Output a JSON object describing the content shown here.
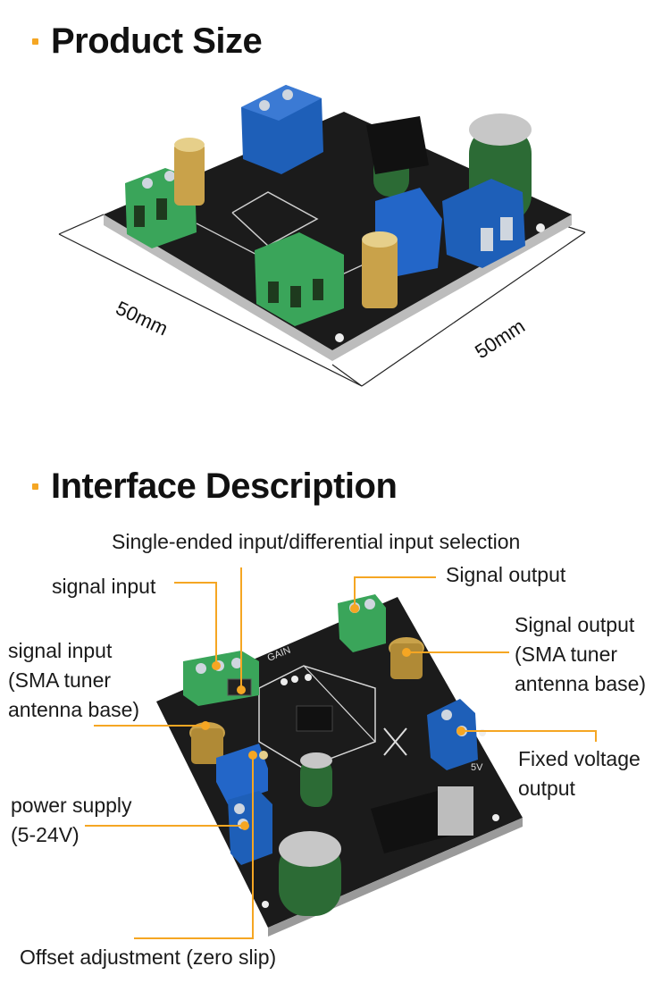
{
  "section1": {
    "title": "Product Size",
    "dim_left": "50mm",
    "dim_right": "50mm"
  },
  "section2": {
    "title": "Interface Description",
    "labels": {
      "selection": "Single-ended input/differential input selection",
      "signal_input": "signal input",
      "signal_output_top": "Signal output",
      "sma_in_1": "signal input",
      "sma_in_2": "(SMA tuner",
      "sma_in_3": "antenna base)",
      "sma_out_1": "Signal output",
      "sma_out_2": "(SMA tuner",
      "sma_out_3": "antenna base)",
      "fixed_1": "Fixed voltage",
      "fixed_2": "output",
      "power_1": "power supply",
      "power_2": "(5-24V)",
      "offset": "Offset adjustment (zero slip)"
    },
    "board_silkscreen": {
      "gain": "GAIN",
      "v5": "5V"
    }
  },
  "colors": {
    "accent": "#f5a623",
    "pcb": "#1b1b1b",
    "terminal_green": "#3aa55a",
    "terminal_blue": "#1e5fb8",
    "gold": "#c9a24a"
  }
}
